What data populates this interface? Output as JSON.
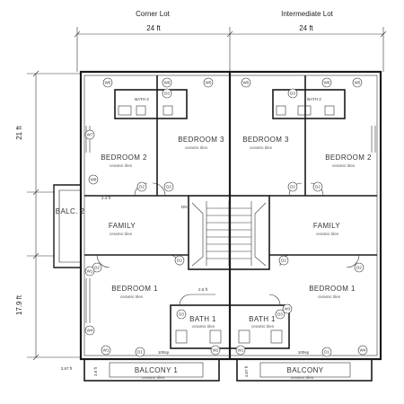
{
  "header": {
    "corner_lot": "Corner Lot",
    "intermediate_lot": "Intermediate Lot",
    "width_left": "24 ft",
    "width_right": "24 ft"
  },
  "dimensions": {
    "upper_height": "21 ft",
    "lower_height": "17.9 ft",
    "stair_gap": "2.6 ft",
    "family_gap": "2.4 ft",
    "balcony_left_depth": "3.67 ft",
    "balcony_small": "3.6 ft",
    "balcony_right_small": "4.67 ft",
    "ledge": "100sp"
  },
  "rooms": {
    "bedroom2_left": "BEDROOM 2",
    "bedroom3_left": "BEDROOM 3",
    "bedroom3_right": "BEDROOM 3",
    "bedroom2_right": "BEDROOM 2",
    "family_left": "FAMILY",
    "family_right": "FAMILY",
    "bedroom1_left": "BEDROOM 1",
    "bedroom1_right": "BEDROOM 1",
    "bath1_left": "BATH 1",
    "bath1_right": "BATH 1",
    "bath2_left": "BATH 2",
    "bath2_right": "BATH 2",
    "balcony1": "BALCONY 1",
    "balcony": "BALCONY",
    "balc2": "BALC. 2"
  },
  "finish": "ceramic tiles",
  "stair": {
    "dn": "DN"
  },
  "tags": {
    "d1": "D1",
    "d2": "D2",
    "d3": "D3",
    "w1": "W1",
    "w2": "W2",
    "w3": "W3",
    "w4": "W4",
    "w5": "W5",
    "w6": "W6",
    "w7": "W7",
    "w8": "W8"
  }
}
